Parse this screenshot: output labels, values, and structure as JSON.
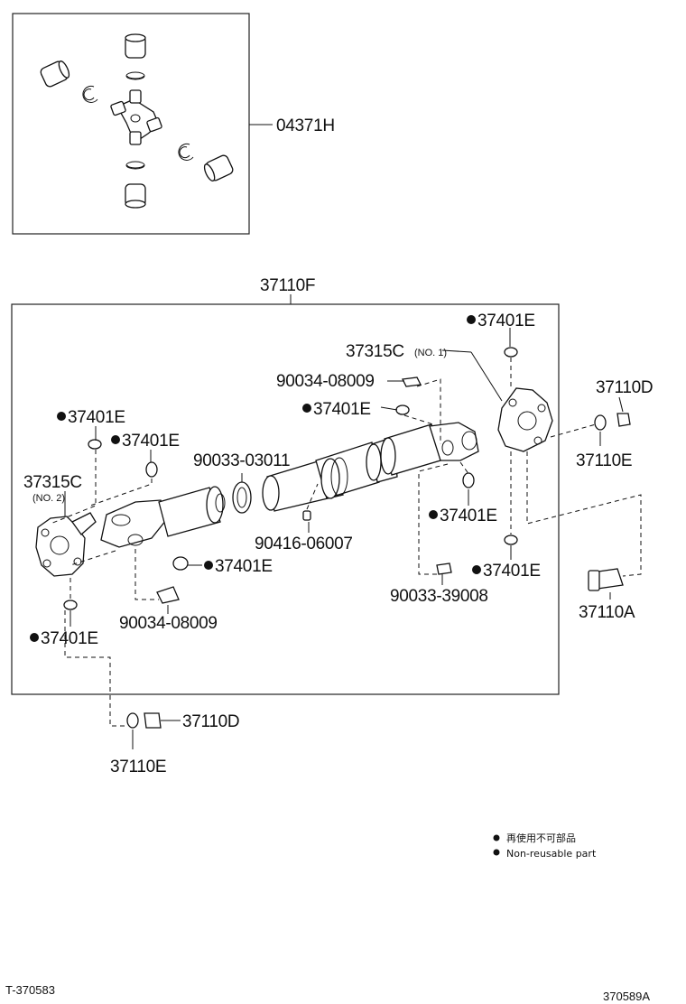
{
  "kit_label": "04371H",
  "assembly_label": "37110F",
  "parts": {
    "seal_top_right": "37401E",
    "yoke_no1": "37315C",
    "yoke_no1_sub": "(NO. 1)",
    "grease_fitting_top": "90034-08009",
    "seal_center_upper": "37401E",
    "washer_right": "37110D",
    "nut_right": "37110E",
    "seal_left_upper_a": "37401E",
    "seal_left_upper_b": "37401E",
    "plug_center": "90033-03011",
    "yoke_no2": "37315C",
    "yoke_no2_sub": "(NO. 2)",
    "seal_center_right": "37401E",
    "plug_lower": "90416-06007",
    "seal_mid_left": "37401E",
    "seal_right_lower": "37401E",
    "bolt_right": "37110A",
    "grease_fitting_bottom": "90034-08009",
    "plug_right_lower": "90033-39008",
    "seal_left_lower": "37401E",
    "washer_bottom": "37110D",
    "nut_bottom": "37110E"
  },
  "legend": {
    "jp": "再使用不可部品",
    "en": "Non-reusable part"
  },
  "footer": {
    "left_code": "T-370583",
    "right_code": "370589A"
  }
}
